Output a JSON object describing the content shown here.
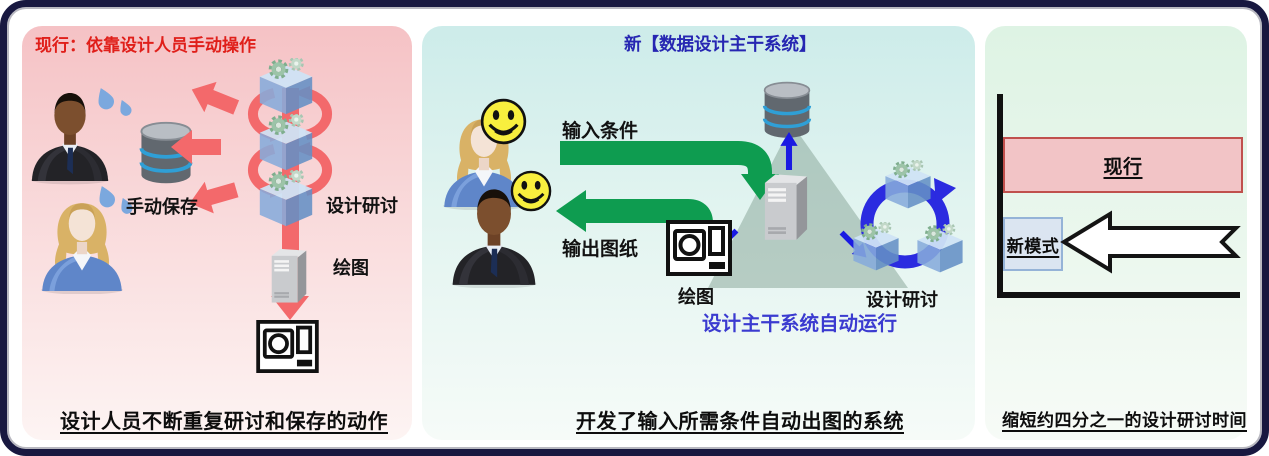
{
  "panel_current": {
    "title": "现行：依靠设计人员手动操作",
    "label_manual_save": "手动保存",
    "label_design_study": "设计研讨",
    "label_drawing": "绘图",
    "caption": "设计人员不断重复研讨和保存的动作"
  },
  "panel_new": {
    "title": "新【数据设计主干系统】",
    "label_input_conditions": "输入条件",
    "label_output_drawings": "输出图纸",
    "label_drawing": "绘图",
    "label_design_study": "设计研讨",
    "label_auto_run": "设计主干系统自动运行",
    "caption": "开发了输入所需条件自动出图的系统"
  },
  "panel_result": {
    "bar_current_label": "现行",
    "bar_new_label": "新模式",
    "caption": "缩短约四分之一的设计研讨时间",
    "chart": {
      "type": "bar",
      "orientation": "horizontal",
      "categories": [
        "现行",
        "新模式"
      ],
      "relative_lengths": [
        1.0,
        0.25
      ]
    }
  },
  "icons": {
    "businessman-icon": "man in dark suit",
    "businesswoman-icon": "woman in blue jacket",
    "sweat-drops-icon": "blue sweat drops",
    "database-icon": "gray cylinder with blue bands",
    "process-cube-icon": "blue cube with gears",
    "server-icon": "gray tower computer",
    "blueprint-icon": "drawing sheet outline",
    "smiley-icon": "yellow happy face",
    "block-arrow-icon": "red block arrow",
    "cycle-arrows-icon": "red circular arrows",
    "ring-arrow-icon": "blue circular arrow",
    "reduction-arrow-icon": "white left arrow with notch"
  },
  "colors": {
    "frame_border": "#181840",
    "panel_current_bg": "#f5c2c5",
    "panel_new_bg": "#cdecea",
    "panel_result_bg": "#def3e4",
    "title_current": "#e01f1a",
    "title_new": "#2626b2",
    "auto_run_text": "#3b3bd0",
    "red_arrow": "#f3696b",
    "green_arrow": "#0e9c50",
    "blue_arrow": "#1a1ae2",
    "ring_arrow": "#2b2be0",
    "bar_current_fill": "#f2c4c6",
    "bar_current_border": "#c0504d",
    "bar_new_fill": "#dbe5f1",
    "bar_new_border": "#95b3d7"
  }
}
